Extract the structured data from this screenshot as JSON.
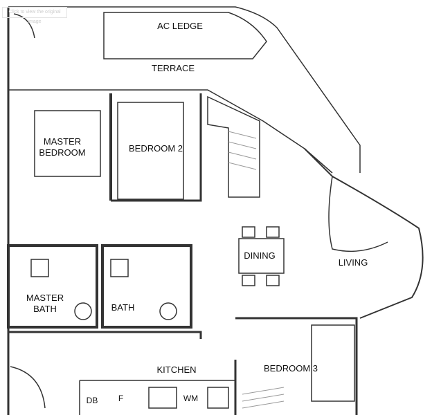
{
  "hint": "Click to view the original image",
  "rooms": {
    "ac_ledge": "AC LEDGE",
    "terrace": "TERRACE",
    "master_bedroom": "MASTER\nBEDROOM",
    "bedroom2": "BEDROOM 2",
    "dining": "DINING",
    "living": "LIVING",
    "master_bath": "MASTER\nBATH",
    "bath": "BATH",
    "kitchen": "KITCHEN",
    "bedroom3": "BEDROOM 3",
    "db": "DB",
    "f": "F",
    "wm": "WM"
  },
  "colors": {
    "wall": "#222222",
    "line": "#555555"
  }
}
